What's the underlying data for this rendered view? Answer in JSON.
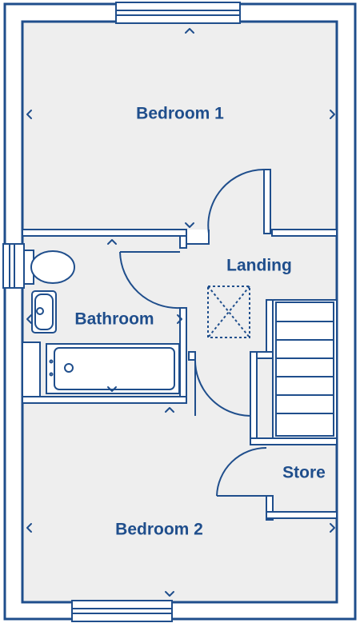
{
  "plan": {
    "line_color": "#1f4e8c",
    "floor_color": "#eeeeee",
    "wall_color": "#ffffff"
  },
  "rooms": {
    "bedroom1": "Bedroom 1",
    "landing": "Landing",
    "bathroom": "Bathroom",
    "store": "Store",
    "bedroom2": "Bedroom 2"
  }
}
